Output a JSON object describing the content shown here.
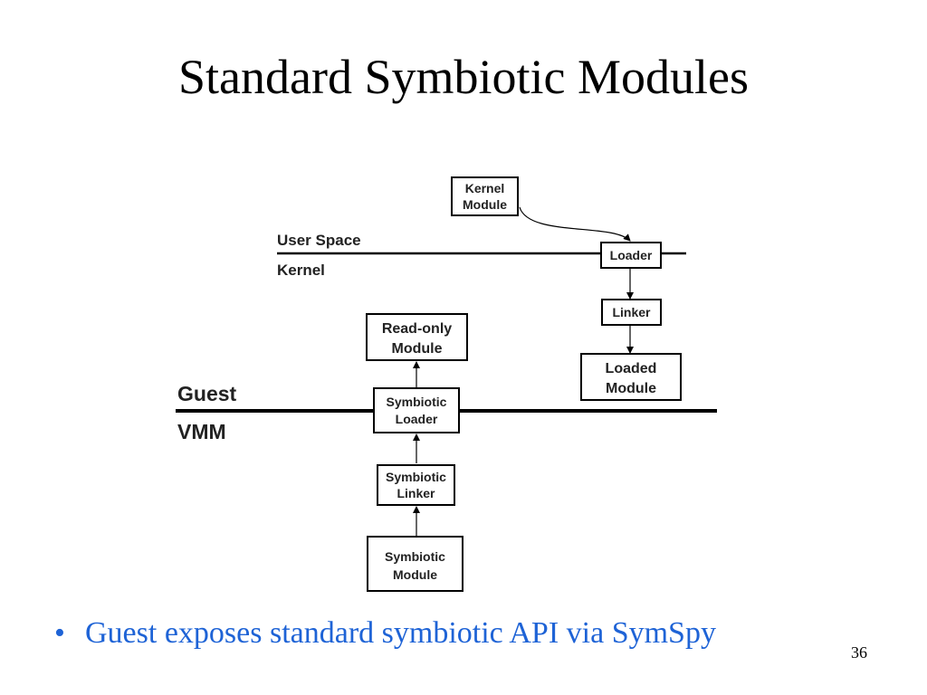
{
  "slide": {
    "title": "Standard Symbiotic Modules",
    "bullets": [
      {
        "marker": "•",
        "text": "Guest exposes standard symbiotic API via SymSpy"
      }
    ],
    "page_number": "36",
    "colors": {
      "bullet_text": "#1e63d6",
      "title_text": "#000000",
      "diagram_stroke": "#000000"
    }
  },
  "diagram": {
    "layers": {
      "user_space": "User Space",
      "kernel": "Kernel",
      "guest": "Guest",
      "vmm": "VMM"
    },
    "boxes": {
      "kernel_module": [
        "Kernel",
        "Module"
      ],
      "loader": [
        "Loader"
      ],
      "linker": [
        "Linker"
      ],
      "loaded_module": [
        "Loaded",
        "Module"
      ],
      "read_only_module": [
        "Read-only",
        "Module"
      ],
      "symbiotic_loader": [
        "Symbiotic",
        "Loader"
      ],
      "symbiotic_linker": [
        "Symbiotic",
        "Linker"
      ],
      "symbiotic_module": [
        "Symbiotic",
        "Module"
      ]
    }
  }
}
